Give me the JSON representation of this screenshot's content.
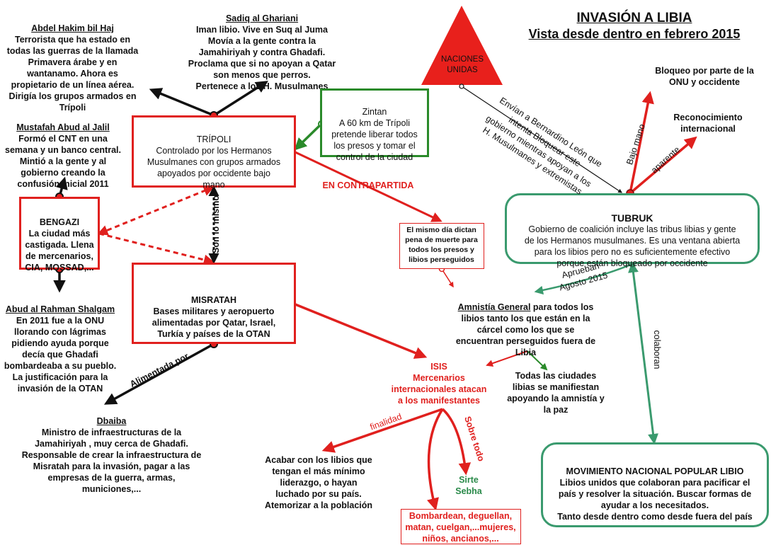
{
  "title": {
    "line1": "INVASIÓN A LIBIA",
    "line2": "Vista desde dentro en febrero 2015"
  },
  "un": {
    "label": "NACIONES\nUNIDAS"
  },
  "abdel": {
    "name": "Abdel Hakim bil Haj",
    "text": "Terrorista que ha estado en\ntodas las guerras de la llamada\nPrimavera árabe y en\nwantanamo. Ahora es\npropietario de un línea aérea.\nDirigía los grupos armados en\nTrípoli"
  },
  "sadiq": {
    "name": "Sadiq al Ghariani",
    "text": "Iman libio. Vive en Suq al Juma\nMovía a la gente contra la\nJamahiriyah y contra Ghadafi.\nProclama que si no apoyan a Qatar\nson menos que perros.\nPertenece a los H. Musulmanes"
  },
  "mustafah": {
    "name": "Mustafah Abud al Jalil",
    "text": "Formó el CNT en una\nsemana y un banco central.\nMintió a la gente y al\ngobierno creando la\nconfusión inicial 2011"
  },
  "tripoli": {
    "title": "TRÍPOLI",
    "text": "Controlado por los Hermanos\nMusulmanes con grupos armados\napoyados por occidente bajo\nmano"
  },
  "zintan": {
    "title": "Zintan",
    "text": "A 60 km de Trípoli\npretende liberar todos\nlos presos y tomar el\ncontrol de la ciudad"
  },
  "bengazi": {
    "title": "BENGAZI",
    "text": "La ciudad más\ncastigada. Llena\nde mercenarios,\nCIA, MOSSAD,..."
  },
  "misratah": {
    "title": "MISRATAH",
    "text": "Bases militares y aeropuerto\nalimentadas por Qatar,  Israel,\nTurkía y países de la OTAN"
  },
  "abdulrahman": {
    "name": "Abud al Rahman Shalgam",
    "text": "En 2011 fue a la ONU\nllorando con lágrimas\npidiendo ayuda porque\ndecía que Ghadafi\nbombardeaba a su pueblo.\nLa justificación para la\ninvasión de la OTAN"
  },
  "dbaiba": {
    "name": "Dbaiba",
    "text": "Ministro de infraestructuras de la\nJamahiriyah , muy cerca de Ghadafi.\nResponsable de crear la infraestructura de\nMisratah para la invasión, pagar a las\nempresas de la guerra, armas,\nmuniciones,..."
  },
  "tubruk": {
    "title": "TUBRUK",
    "text": "Gobierno de coalición incluye las tribus libias y gente\nde los Hermanos musulmanes. Es una ventana abierta\npara los libios pero no es suficientemente efectivo\nporque están bloqueado por occidente"
  },
  "mnpl": {
    "title": "MOVIMIENTO NACIONAL POPULAR LIBIO",
    "text": "Libios unidos que colaboran para pacificar el\npaís y resolver la situación. Buscar formas de\nayudar a los necesitados.\nTanto desde dentro como desde fuera del país"
  },
  "bloqueo": "Bloqueo por parte de la\nONU y occidente",
  "reconocimiento": "Reconocimiento\ninternacional",
  "mismo_dia": "El mismo día dictan\npena de muerte para\ntodos los presos y\nlibios perseguidos",
  "amnistia": {
    "title": "Amnistía General",
    "text": " para todos los\nlibios tanto los que están en la\ncárcel como los que se\nencuentran perseguidos fuera de\nLibia"
  },
  "ciudades": "Todas las ciudades\nlibias se manifiestan\napoyando la amnistía y\nla paz",
  "isis": "ISIS\nMercenarios\ninternacionales atacan\na los manifestantes",
  "acabar": "Acabar con los libios que\ntengan el más mínimo\nliderazgo, o hayan\nluchado por su país.\nAtemorizar a la población",
  "sirte": "Sirte\nSebha",
  "bombardean": "Bombardean, deguellan,\nmatan, cuelgan,...mujeres,\nniños, ancianos,...",
  "labels": {
    "contrapartida": "EN CONTRAPARTIDA",
    "son_lo_mismo": "Son lo mismo",
    "alimentada": "Alimentada por",
    "bajo_mano": "Bajo mano",
    "aparente": "aparente",
    "colaboran": "colaboran",
    "aprueban": "Aprueban\nAgosto 2015",
    "finalidad": "finalidad",
    "sobre_todo": "Sobre todo",
    "envian": "Envían a Bernardino León que\nintenta Bloquear este\ngobierno mientras apoyan a los\nH. Musulmanes y extremistas"
  },
  "colors": {
    "red": "#e0201e",
    "green": "#2a8a2a",
    "teal": "#3a9a6e",
    "black": "#111111"
  }
}
